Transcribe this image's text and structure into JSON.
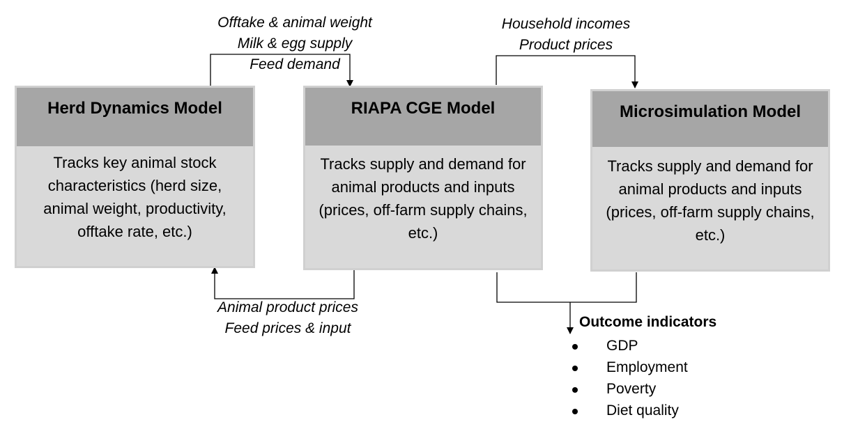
{
  "boxes": {
    "herd": {
      "title": "Herd Dynamics Model",
      "body": "Tracks key animal stock characteristics (herd size, animal weight, productivity, offtake rate, etc.)"
    },
    "cge": {
      "title": "RIAPA CGE Model",
      "body": "Tracks supply and demand for animal products and inputs (prices, off-farm supply chains, etc.)"
    },
    "micro": {
      "title": "Microsimulation Model",
      "body": "Tracks supply and demand for animal products and inputs (prices, off-farm supply chains, etc.)"
    }
  },
  "flows": {
    "herd_to_cge": [
      "Offtake & animal weight",
      "Milk & egg supply",
      "Feed demand"
    ],
    "cge_to_micro": [
      "Household incomes",
      "Product prices"
    ],
    "cge_to_herd": [
      "Animal product prices",
      "Feed prices & input"
    ]
  },
  "outcomes": {
    "title": "Outcome indicators",
    "items": [
      "GDP",
      "Employment",
      "Poverty",
      "Diet quality"
    ]
  }
}
